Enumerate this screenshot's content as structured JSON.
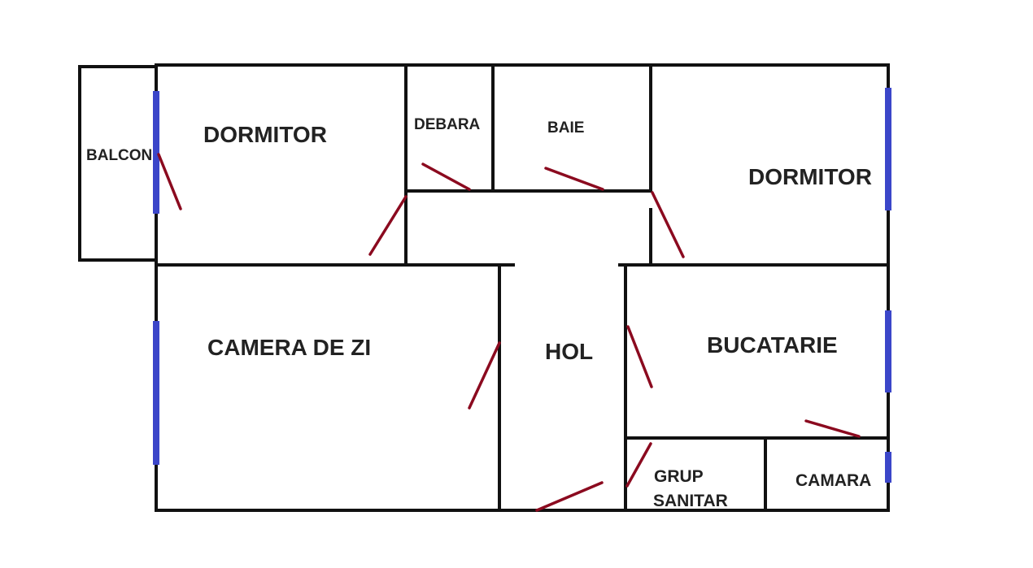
{
  "rooms": {
    "dormitor_left": "DORMITOR",
    "balcon": "BALCON",
    "debara": "DEBARA",
    "baie": "BAIE",
    "dormitor_right": "DORMITOR",
    "camera_de_zi": "CAMERA DE ZI",
    "hol": "HOL",
    "bucatarie": "BUCATARIE",
    "grup_sanitar_line1": "GRUP",
    "grup_sanitar_line2": "SANITAR",
    "camara": "CAMARA"
  },
  "colors": {
    "walls": "#111111",
    "windows": "#3b46c9",
    "doors": "#8b0a1f",
    "labels": "#222222",
    "background": "#ffffff"
  }
}
